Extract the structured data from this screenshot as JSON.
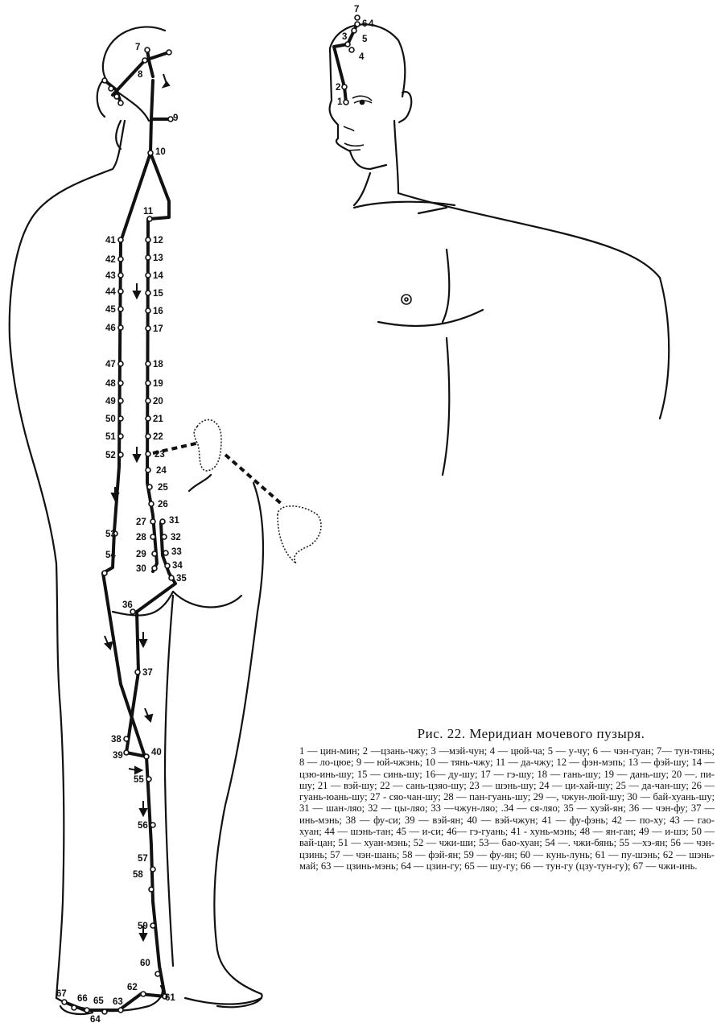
{
  "caption": {
    "title": "Рис. 22. Меридиан мочевого пузыря.",
    "legend": "1 — цин-мин; 2 —цзань-чжу; 3 —мэй-чун; 4 — цюй-ча; 5 — у-чу; 6 — чэн-гуан; 7— тун-тянь; 8 — ло-цюе; 9 — юй-чжэнь; 10 — тянь-чжу; 11 — да-чжу; 12 — фэн-мэпь; 13 — фэй-шу; 14 — цзю-инь-шу; 15 — синь-шу; 16— ду-шу; 17 — гэ-шу; 18 — гань-шу; 19 — дань-шу; 20 —. пи-шу; 21 — вэй-шу; 22 — сань-цзяо-шу; 23 — шэнь-шу; 24 — ци-хай-шу; 25 — да-чан-шу; 26 — гуань-юань-шу; 27 - сяо-чан-шу; 28 — пан-гуань-шу; 29 —, чжун-люй-шу; 30 — бай-хуань-шу; 31 — шан-ляо; 32 — цы-ляо; 33 —чжун-ляо; .34 — ся-ляо; 35 — хуэй-ян; 36 — чэн-фу; 37 — инь-мэнь; 38 — фу-си; 39 — вэй-ян; 40 — вэй-чжун; 41 — фу-фэнь; 42 — по-ху; 43 — гао-хуан; 44 — шэнь-тан; 45 — и-си; 46— гэ-гуань; 41 - хунь-мэнь; 48 — ян-ган; 49 — и-шэ; 50 — вай-цан; 51 — хуан-мэнь; 52 — чжи-ши; 53— бао-хуан; 54 —. чжи-бянь; 55 —хэ-ян; 56 — чэн-цзинь; 57 — чэн-шань; 58 — фэй-ян; 59 — фу-ян; 60 — кунь-лунь; 61 — пу-шэнь; 62 — шэнь-май; 63 — цзинь-мэнь; 64 — цзин-гу; 65 — шу-гу; 66 — тун-гу (цзу-тун-гу); 67 — чжи-инь."
  },
  "back_labels": [
    "7",
    "8",
    "9",
    "10",
    "11",
    "12",
    "13",
    "14",
    "15",
    "16",
    "17",
    "18",
    "19",
    "20",
    "21",
    "22",
    "23",
    "24",
    "25",
    "26",
    "27",
    "28",
    "29",
    "30",
    "31",
    "32",
    "33",
    "34",
    "35",
    "36",
    "37",
    "38",
    "39",
    "40",
    "41",
    "42",
    "43",
    "44",
    "45",
    "46",
    "47",
    "48",
    "49",
    "50",
    "51",
    "52",
    "53",
    "54",
    "55",
    "56",
    "57",
    "58",
    "59",
    "60",
    "61",
    "62",
    "63",
    "64",
    "65",
    "66",
    "67"
  ],
  "face_labels": [
    "7",
    "6",
    "4",
    "3",
    "5",
    "4",
    "2",
    "1"
  ]
}
